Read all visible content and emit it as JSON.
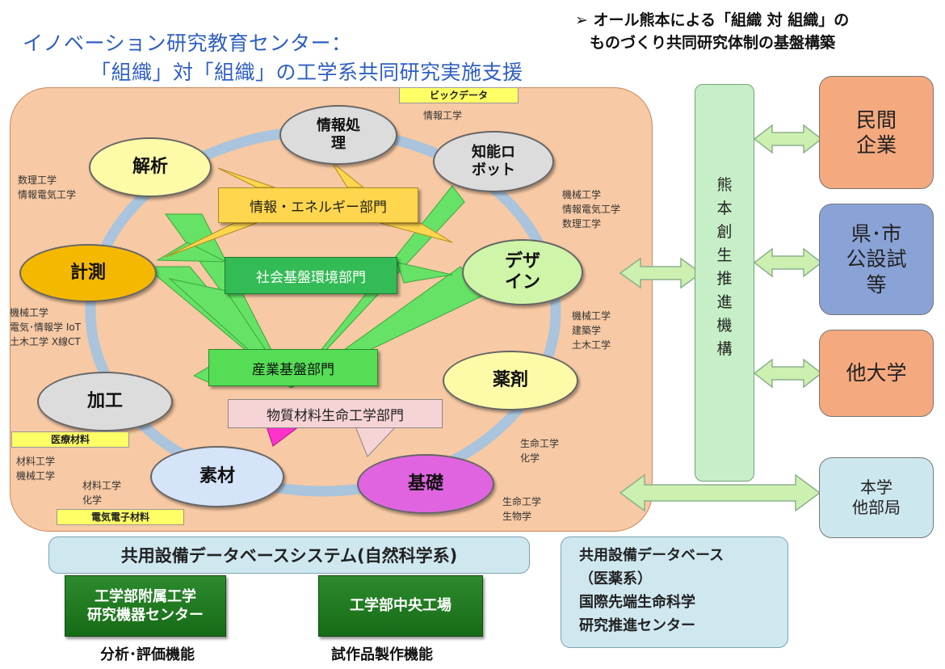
{
  "title": {
    "line1": "イノベーション研究教育センター：",
    "line2": "「組織」対「組織」の工学系共同研究実施支援"
  },
  "top_right": {
    "line1": "➢ オール熊本による「組織 対 組織」の",
    "line2": "ものづくり共同研究体制の基盤構築"
  },
  "ellipses": {
    "info": "情報処\n理",
    "robot": "知能ロ\nボット",
    "analysis": "解析",
    "measure": "計測",
    "design": "デザ\nイン",
    "process": "加工",
    "drug": "薬剤",
    "material": "素材",
    "basic": "基礎"
  },
  "labels": {
    "bigdata": "ビックデータ",
    "medical": "医療材料",
    "electronic": "電気電子材料"
  },
  "notes": {
    "info": "情報工学",
    "analysis": "数理工学\n情報電気工学",
    "robot": "機械工学\n情報電気工学\n数理工学",
    "measure": "機械工学\n電気･情報学 IoT\n土木工学 X線CT",
    "design": "機械工学\n建築学\n土木工学",
    "drug": "生命工学\n化学",
    "material_left": "材料工学\n機械工学",
    "material_mid": "材料工学\n化学",
    "basic": "生命工学\n生物学"
  },
  "departments": {
    "info_energy": "情報・エネルギー部門",
    "social": "社会基盤環境部門",
    "industry": "産業基盤部門",
    "life": "物質材料生命工学部門"
  },
  "kumamoto_bar": "熊\n本\n創\n生\n推\n進\n機\n構",
  "partners": {
    "private": "民間\n企業",
    "public": "県･市\n公設試\n等",
    "univ": "他大学",
    "dept": "本学\n他部局"
  },
  "database_science": "共用設備データベースシステム(自然科学系)",
  "database_medical": "共用設備データベース\n（医薬系）\n国際先端生命科学\n研究推進センター",
  "green_boxes": {
    "center": "工学部附属工学\n研究機器センター",
    "factory": "工学部中央工場"
  },
  "functions": {
    "analysis": "分析･評価機能",
    "prototype": "試作品製作機能"
  },
  "colors": {
    "orange_bg": "#f7c9a4",
    "title_blue": "#2f5fc0",
    "orange_box": "#f4a97f",
    "blue_box": "#8aa3d6",
    "light_blue_box": "#cde7ef",
    "green_bar": "#c7efc7",
    "arrow_green": "#ccf0b0"
  }
}
